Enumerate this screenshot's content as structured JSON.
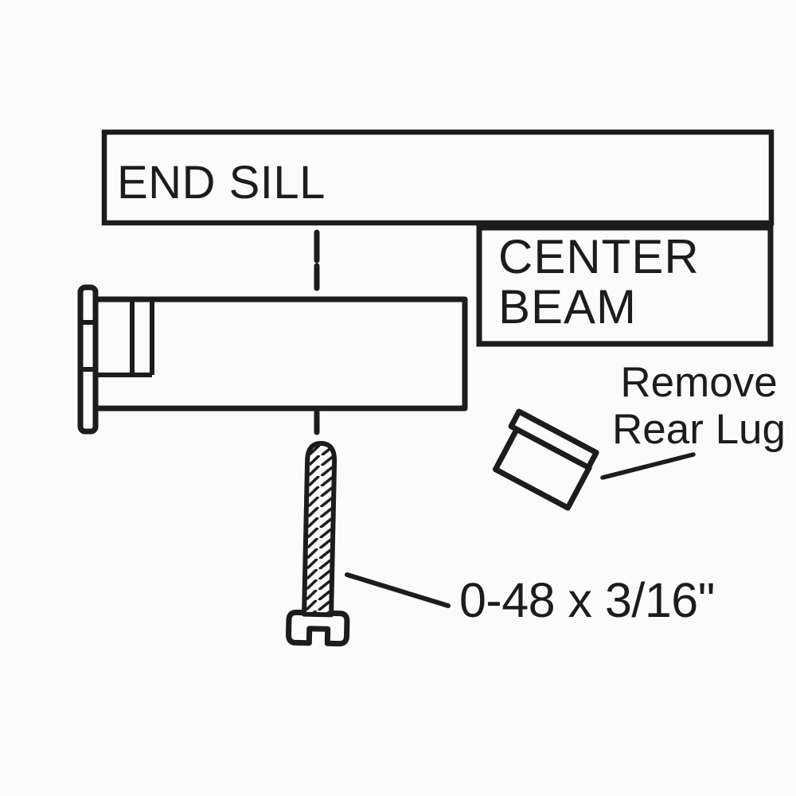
{
  "figure": {
    "background_color": "#fbfbfb",
    "ink_color": "#1c1c1c"
  },
  "labels": {
    "end_sill": "END SILL",
    "center_beam": {
      "line1": "CENTER",
      "line2": "BEAM"
    },
    "remove_rear_lug": {
      "line1": "Remove",
      "line2": "Rear Lug"
    },
    "screw_spec": "0-48 x 3/16\""
  }
}
